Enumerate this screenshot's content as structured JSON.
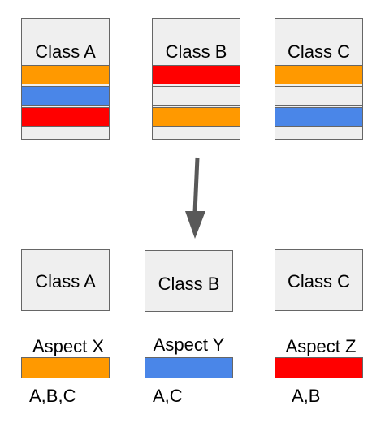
{
  "colors": {
    "orange": "#ff9900",
    "blue": "#4a86e8",
    "red": "#ff0000",
    "box_fill": "#efefef",
    "border": "#666666",
    "arrow": "#595959"
  },
  "top_classes": [
    {
      "name": "Class A",
      "stripes": [
        "orange",
        "blue",
        "red"
      ]
    },
    {
      "name": "Class B",
      "stripes": [
        "red",
        "empty",
        "orange"
      ]
    },
    {
      "name": "Class C",
      "stripes": [
        "orange",
        "empty",
        "blue"
      ]
    }
  ],
  "bottom_classes": [
    {
      "name": "Class A"
    },
    {
      "name": "Class B"
    },
    {
      "name": "Class C"
    }
  ],
  "aspects": [
    {
      "label": "Aspect X",
      "color": "orange",
      "classes": "A,B,C"
    },
    {
      "label": "Aspect Y",
      "color": "blue",
      "classes": "A,C"
    },
    {
      "label": "Aspect Z",
      "color": "red",
      "classes": "A,B"
    }
  ]
}
